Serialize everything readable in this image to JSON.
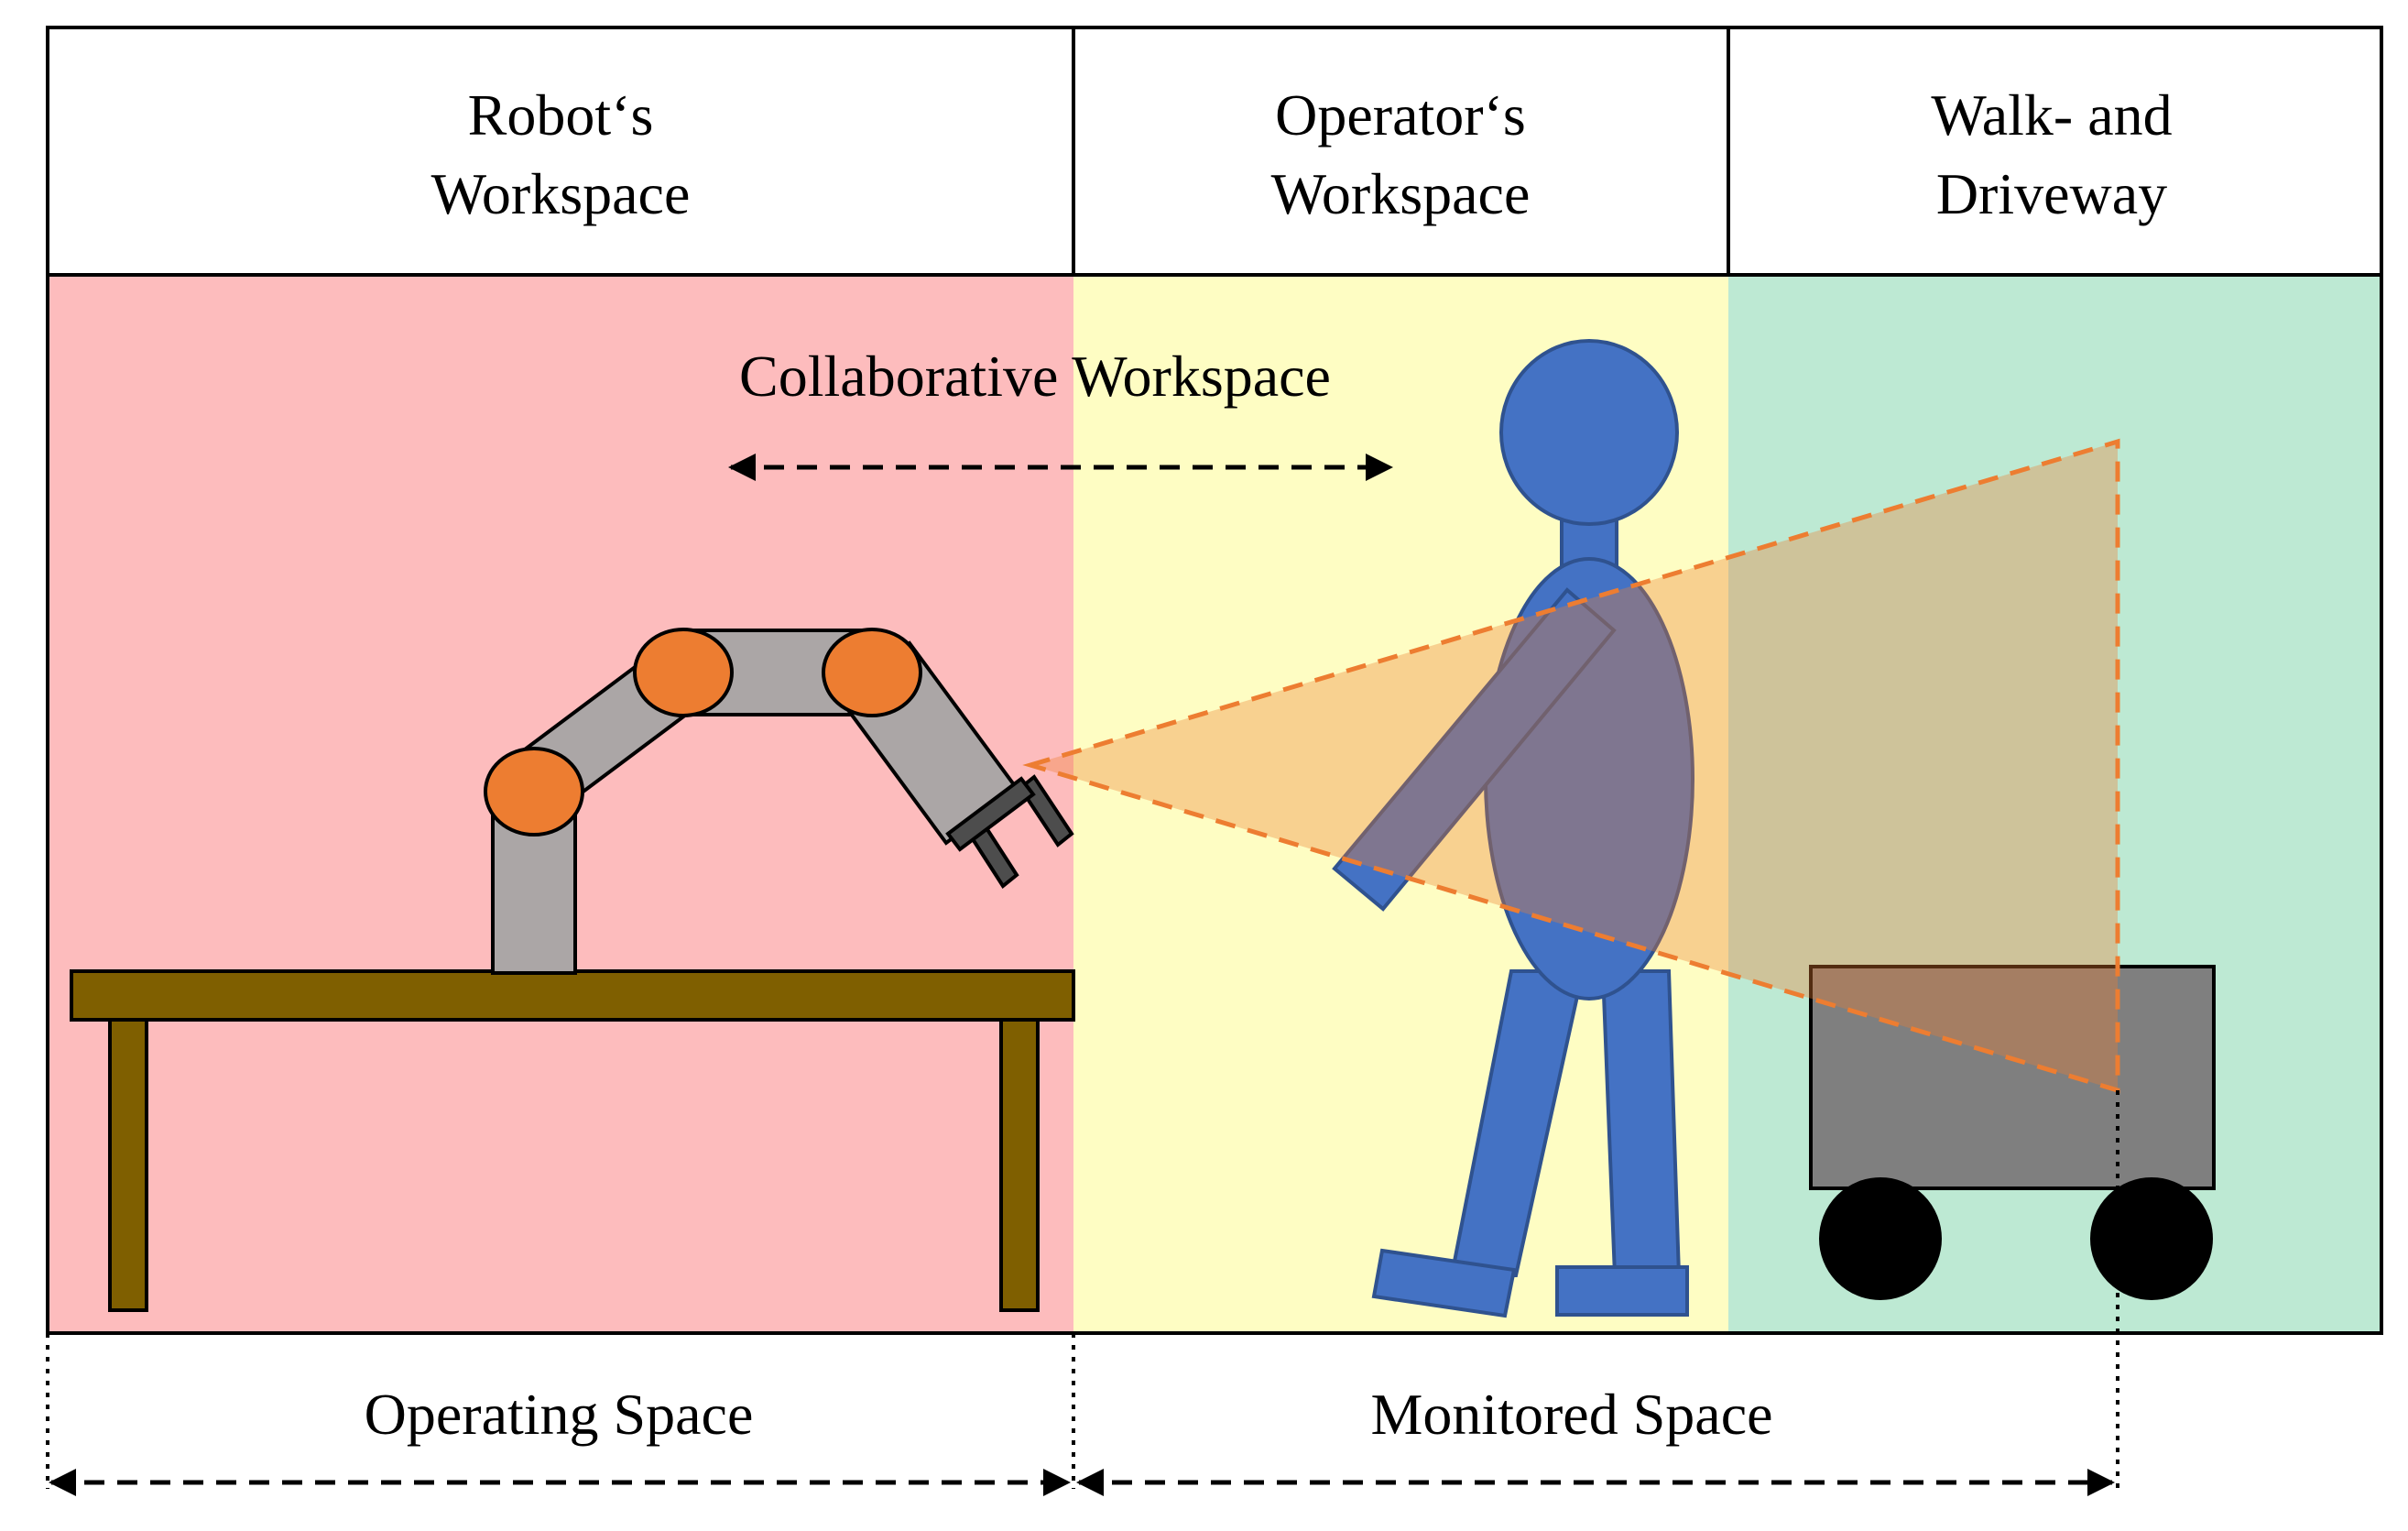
{
  "headers": {
    "robot_line1": "Robot‘s",
    "robot_line2": "Workspace",
    "operator_line1": "Operator‘s",
    "operator_line2": "Workspace",
    "walk_line1": "Walk- and",
    "walk_line2": "Driveway"
  },
  "labels": {
    "collaborative": "Collaborative Workspace",
    "operating": "Operating Space",
    "monitored": "Monitored Space"
  },
  "colors": {
    "robot_zone": "#fdbcbd",
    "operator_zone": "#fefdc3",
    "walkway_zone": "#bde9d3",
    "robot_arm": "#aba6a6",
    "robot_joint": "#ed7d31",
    "table": "#7f5f00",
    "human": "#4472c4",
    "vehicle": "#7f7f7f",
    "sensor_cone": "#ed7d31"
  }
}
